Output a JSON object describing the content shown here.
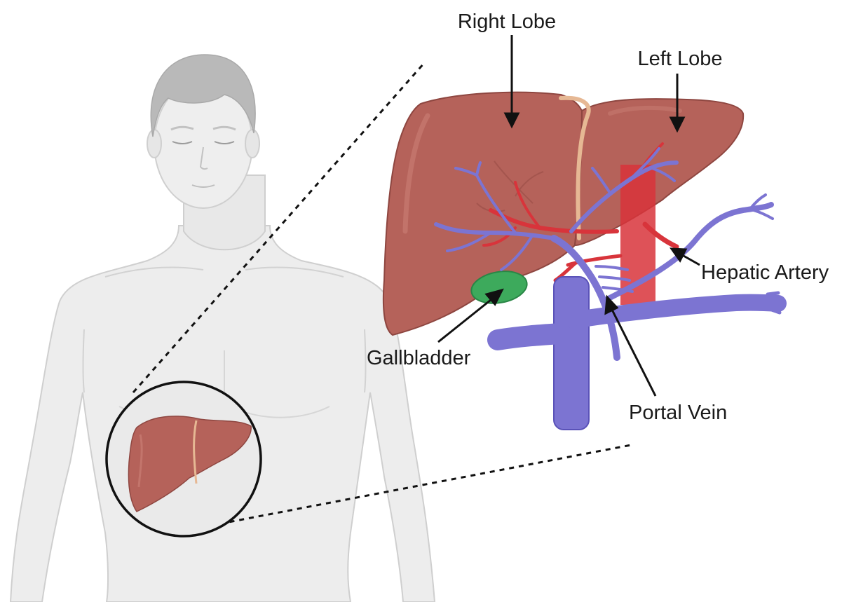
{
  "labels": {
    "right_lobe": "Right Lobe",
    "left_lobe": "Left Lobe",
    "hepatic_artery": "Hepatic Artery",
    "gallbladder": "Gallbladder",
    "portal_vein": "Portal Vein"
  },
  "colors": {
    "liver": "#b5625a",
    "liver_dark": "#8e4640",
    "liver_highlight": "#c77a70",
    "ligament": "#e6b894",
    "artery": "#d8343b",
    "vein": "#7c74d2",
    "vein_dark": "#5a52b8",
    "gallbladder": "#3daa5c",
    "body_fill": "#ededed",
    "body_stroke": "#c8c8c8",
    "hair": "#b8b8b8",
    "text": "#1a1a1a"
  },
  "icons": {
    "figure": "human-torso-icon",
    "organ": "liver-icon"
  }
}
